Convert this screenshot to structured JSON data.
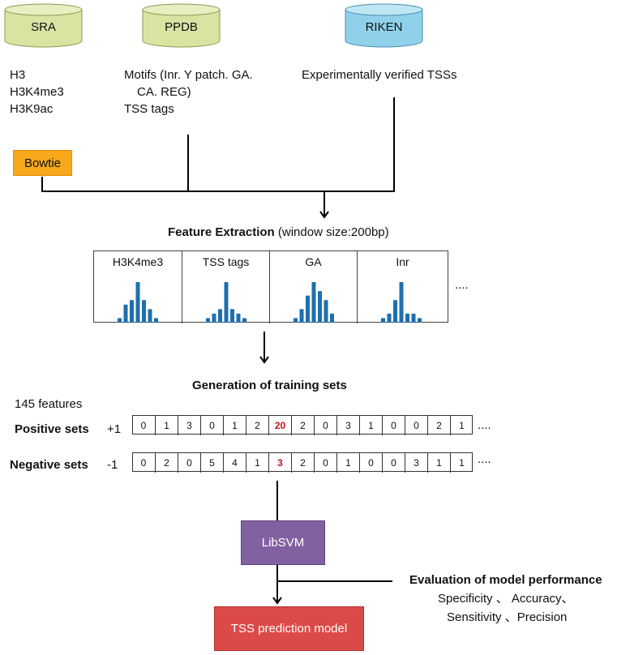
{
  "sources": [
    {
      "label": "SRA",
      "color": "#d7e4a2",
      "top_color": "#e6efc0",
      "items": [
        "H3",
        "H3K4me3",
        "H3K9ac"
      ]
    },
    {
      "label": "PPDB",
      "color": "#d7e4a2",
      "top_color": "#e6efc0",
      "items": [
        "Motifs (Inr. Y patch. GA.",
        "CA. REG)",
        "TSS tags"
      ]
    },
    {
      "label": "RIKEN",
      "color": "#8fd0ea",
      "top_color": "#bfe6f5",
      "items": [
        "Experimentally verified TSSs"
      ]
    }
  ],
  "bowtie": {
    "label": "Bowtie",
    "color": "#f7a81b"
  },
  "feature_extraction": {
    "title": "Feature Extraction",
    "suffix": " (window size:200bp)"
  },
  "features": [
    {
      "label": "H3K4me3",
      "bars": [
        1,
        4,
        5,
        9,
        5,
        3,
        1
      ]
    },
    {
      "label": "TSS tags",
      "bars": [
        1,
        2,
        3,
        9,
        3,
        2,
        1
      ]
    },
    {
      "label": "GA",
      "bars": [
        1,
        3,
        6,
        9,
        7,
        5,
        2
      ]
    },
    {
      "label": "Inr",
      "bars": [
        1,
        2,
        5,
        9,
        2,
        2,
        1
      ]
    }
  ],
  "bar_color": "#1f6fae",
  "features_ellipsis": "....",
  "training": {
    "title": "Generation of training sets",
    "count": "145 features",
    "positive": {
      "label": "Positive sets",
      "sign": "+1",
      "values": [
        "0",
        "1",
        "3",
        "0",
        "1",
        "2",
        "20",
        "2",
        "0",
        "3",
        "1",
        "0",
        "0",
        "2",
        "1"
      ],
      "highlight": 6
    },
    "negative": {
      "label": "Negative sets",
      "sign": "-1",
      "values": [
        "0",
        "2",
        "0",
        "5",
        "4",
        "1",
        "3",
        "2",
        "0",
        "1",
        "0",
        "0",
        "3",
        "1",
        "1"
      ],
      "highlight": 6
    },
    "ellipsis": "...."
  },
  "libsvm": {
    "label": "LibSVM",
    "color": "#8161a0"
  },
  "evaluation": {
    "title": "Evaluation of model performance",
    "line1": "Specificity 、 Accuracy、",
    "line2": "Sensitivity 、Precision"
  },
  "model": {
    "label": "TSS prediction model",
    "color": "#dc4a47"
  }
}
